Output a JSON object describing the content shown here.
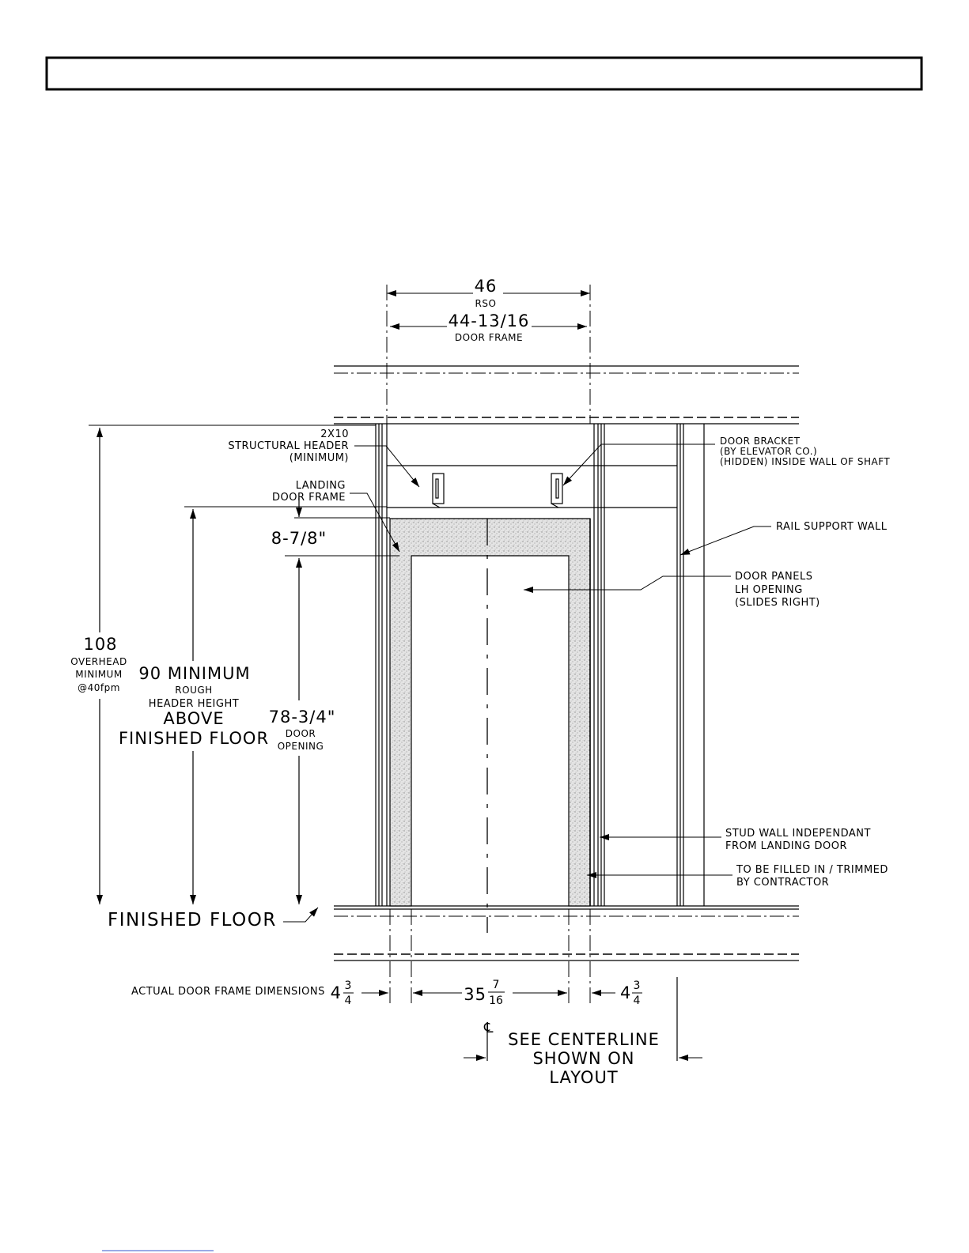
{
  "title_box": "",
  "dims": {
    "rso_value": "46",
    "rso_label": "RSO",
    "frame_value": "44-13/16",
    "frame_label": "DOOR FRAME",
    "overhead_value": "108",
    "overhead_l1": "OVERHEAD",
    "overhead_l2": "MINIMUM",
    "overhead_l3": "@40fpm",
    "header_value": "90 MINIMUM",
    "header_l1": "ROUGH",
    "header_l2": "HEADER HEIGHT",
    "header_l3": "ABOVE",
    "header_l4": "FINISHED FLOOR",
    "head_depth": "8-7/8\"",
    "opening_value": "78-3/4\"",
    "opening_l1": "DOOR",
    "opening_l2": "OPENING",
    "actual_label": "ACTUAL DOOR FRAME DIMENSIONS",
    "left_whole": "4",
    "left_num": "3",
    "left_den": "4",
    "mid_whole": "35",
    "mid_num": "7",
    "mid_den": "16",
    "right_whole": "4",
    "right_num": "3",
    "right_den": "4"
  },
  "labels": {
    "header_l1": "2X10",
    "header_l2": "STRUCTURAL HEADER",
    "header_l3": "(MINIMUM)",
    "landing_l1": "LANDING",
    "landing_l2": "DOOR FRAME",
    "bracket_l1": "DOOR BRACKET",
    "bracket_l2": "(BY ELEVATOR CO.)",
    "bracket_l3": "(HIDDEN) INSIDE WALL OF SHAFT",
    "rail_wall": "RAIL SUPPORT WALL",
    "panels_l1": "DOOR PANELS",
    "panels_l2": "LH OPENING",
    "panels_l3": "(SLIDES RIGHT)",
    "stud_l1": "STUD WALL INDEPENDANT",
    "stud_l2": "FROM LANDING DOOR",
    "fill_l1": "TO BE FILLED IN / TRIMMED",
    "fill_l2": "BY CONTRACTOR",
    "finished_floor": "FINISHED FLOOR",
    "cl_symbol": "℄",
    "see_l1": "SEE CENTERLINE",
    "see_l2": "SHOWN ON",
    "see_l3": "LAYOUT"
  }
}
